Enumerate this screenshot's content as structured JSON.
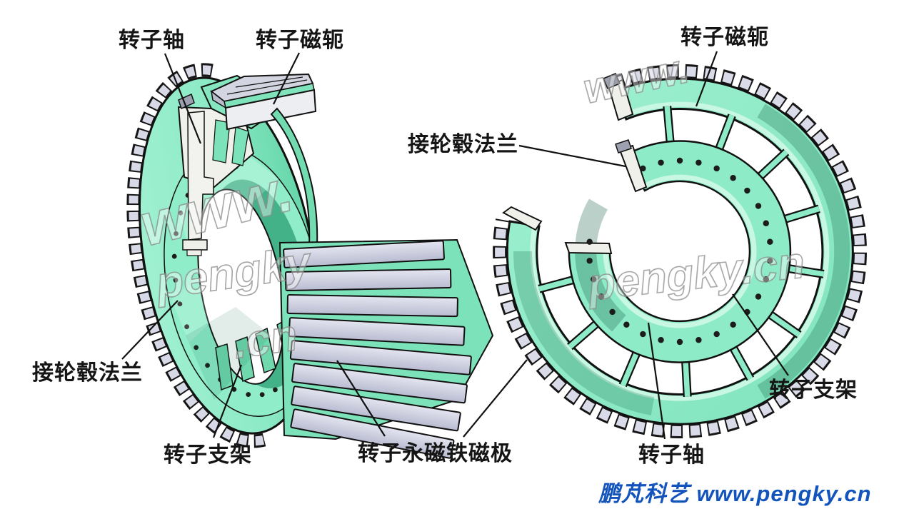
{
  "diagram": {
    "description": "Permanent magnet rotor structure diagram, two cutaway views",
    "labels": {
      "left_rotor_shaft": "转子轴",
      "left_rotor_yoke": "转子磁轭",
      "right_rotor_yoke": "转子磁轭",
      "hub_flange_mid": "接轮毂法兰",
      "hub_flange_left": "接轮毂法兰",
      "left_rotor_bracket": "转子支架",
      "magnet_poles": "转子永磁铁磁极",
      "right_rotor_bracket": "转子支架",
      "right_rotor_shaft": "转子轴"
    },
    "branding": "鹏芃科艺 www.pengky.cn",
    "watermarks": {
      "left_www": "www.",
      "left_pengky": "pengky",
      "left_cn": ".cn",
      "right_www": "www.",
      "right_pengky_cn": "pengky.cn"
    },
    "colors": {
      "mint_face": "#8ceac6",
      "mint_light": "#c8f7e3",
      "mint_mid": "#7ce2ba",
      "green_dark": "#43b289",
      "magnet_gray": "#d9dae6",
      "magnet_gray_dark": "#b9bcd1",
      "section_white": "#f1f1ec",
      "outline": "#111111",
      "brand_blue": "#1254bc"
    }
  }
}
